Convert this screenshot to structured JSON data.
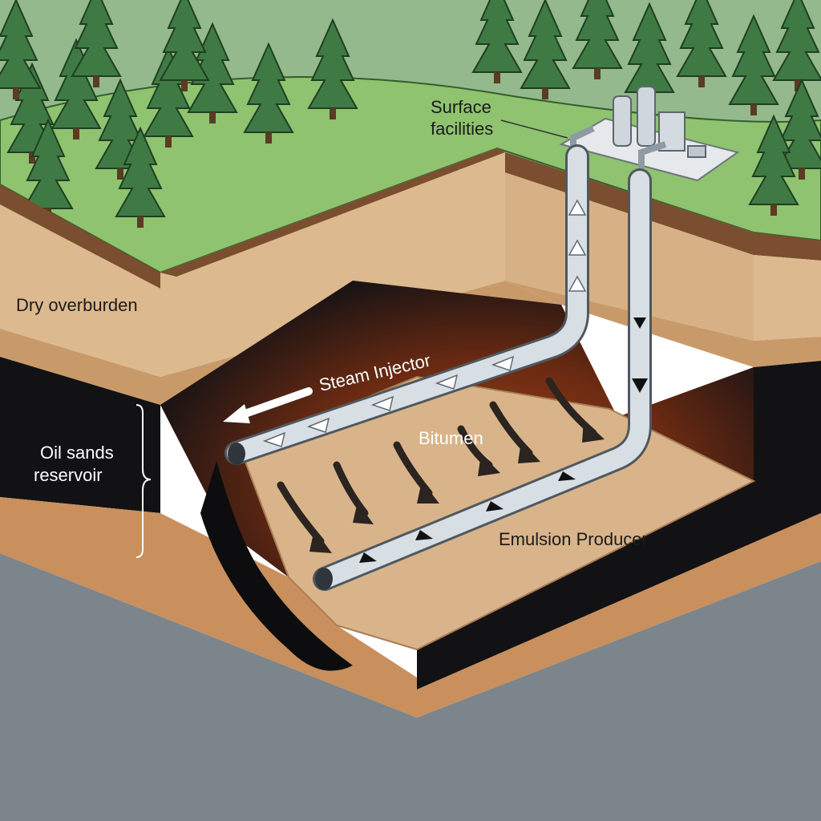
{
  "labels": {
    "surface_1": "Surface",
    "surface_2": "facilities",
    "dry_overburden": "Dry overburden",
    "steam_injector": "Steam Injector",
    "bitumen": "Bitumen",
    "oil_sands_1": "Oil sands",
    "oil_sands_2": "reservoir",
    "emulsion_producer": "Emulsion Producer"
  },
  "colors": {
    "sky_green": "#93b98c",
    "grass": "#8fc36f",
    "topsoil": "#7a4e2f",
    "sand": "#dcb98e",
    "sand_dark": "#c99a69",
    "oil_black": "#121214",
    "bitumen_glow": "#8a3a1a",
    "bedrock": "#7d858c",
    "pipe": "#c9d3da",
    "tree": "#3f7a45"
  },
  "icons": [
    "tree-icon",
    "surface-facility-icon",
    "flow-arrow-icon"
  ]
}
